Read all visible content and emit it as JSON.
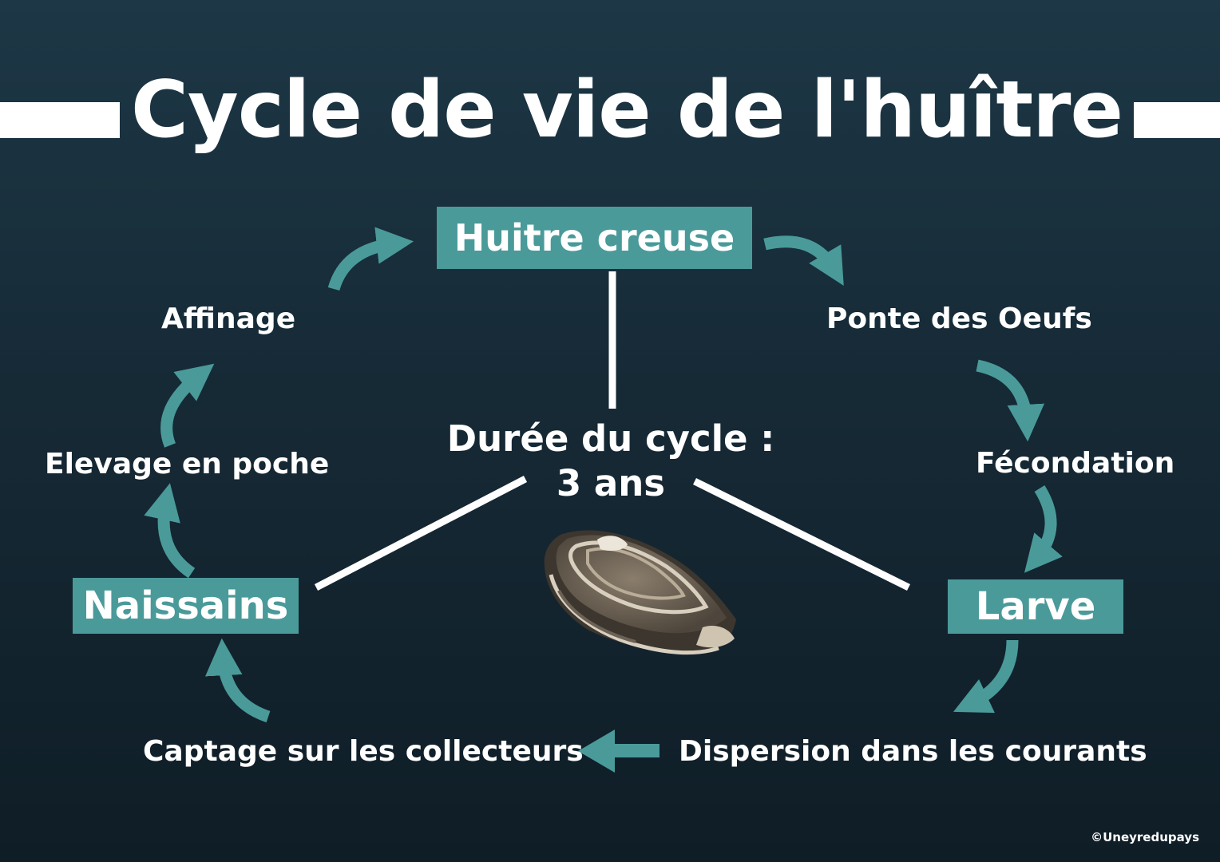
{
  "title": "Cycle de vie de l'huître",
  "stages": {
    "huitre_creuse": "Huitre creuse",
    "ponte": "Ponte des Oeufs",
    "fecondation": "Fécondation",
    "larve": "Larve",
    "dispersion": "Dispersion dans les courants",
    "captage": "Captage sur les collecteurs",
    "naissains": "Naissains",
    "elevage": "Elevage en poche",
    "affinage": "Affinage"
  },
  "center": {
    "line1": "Durée du cycle :",
    "line2": "3 ans"
  },
  "copyright": "©Uneyredupays",
  "colors": {
    "accent": "#4a9a9a",
    "background": "#162a36",
    "text": "#ffffff"
  },
  "icons": [
    "oyster-icon",
    "curved-arrow-icon",
    "left-arrow-icon"
  ]
}
